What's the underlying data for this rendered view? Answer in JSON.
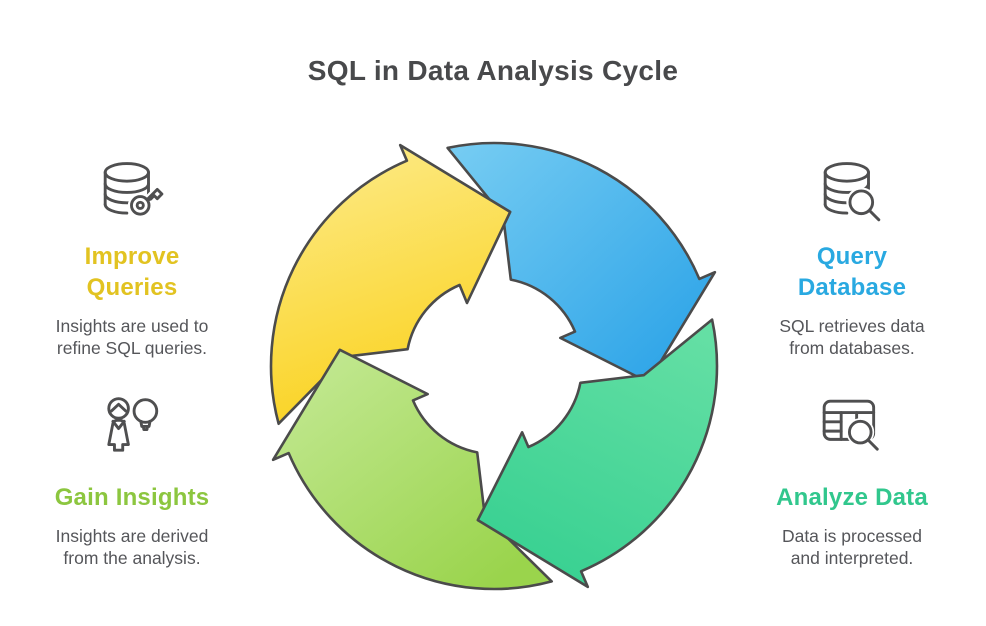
{
  "page": {
    "title": "SQL in Data Analysis Cycle",
    "title_color": "#48494b",
    "background": "#ffffff"
  },
  "cycle": {
    "direction": "clockwise",
    "outline_color": "#4b4b4b",
    "arrows": [
      {
        "name": "blue-arrow",
        "step": "query-database",
        "from": "#74cbf2",
        "to": "#2fa5e8"
      },
      {
        "name": "yellow-arrow",
        "step": "improve-queries",
        "from": "#fce87e",
        "to": "#fad016"
      },
      {
        "name": "lightgreen-arrow",
        "step": "gain-insights",
        "from": "#c0e78e",
        "to": "#9ad44c"
      },
      {
        "name": "green-arrow",
        "step": "analyze-data",
        "from": "#64dfa4",
        "to": "#37d091"
      }
    ]
  },
  "icon_stroke_color": "#4f4f50",
  "text_color": "#55565a",
  "steps": [
    {
      "id": "improve-queries",
      "position": "top-left",
      "icon": "database-key-icon",
      "color": "#e2c321",
      "title": "Improve Queries",
      "title_lines": [
        "Improve",
        "Queries"
      ],
      "description": "Insights are used to refine SQL queries.",
      "description_lines": [
        "Insights are used to",
        "refine SQL queries."
      ]
    },
    {
      "id": "query-database",
      "position": "top-right",
      "icon": "database-search-icon",
      "color": "#29a9e1",
      "title": "Query Database",
      "title_lines": [
        "Query",
        "Database"
      ],
      "description": "SQL retrieves data from databases.",
      "description_lines": [
        "SQL retrieves data",
        "from databases."
      ]
    },
    {
      "id": "gain-insights",
      "position": "bottom-left",
      "icon": "person-idea-icon",
      "color": "#8cc63f",
      "title": "Gain Insights",
      "title_lines": [
        "Gain Insights"
      ],
      "description": "Insights are derived from the analysis.",
      "description_lines": [
        "Insights are derived",
        "from the analysis."
      ]
    },
    {
      "id": "analyze-data",
      "position": "bottom-right",
      "icon": "table-search-icon",
      "color": "#31c78d",
      "title": "Analyze Data",
      "title_lines": [
        "Analyze Data"
      ],
      "description": "Data is processed and interpreted.",
      "description_lines": [
        "Data is processed",
        "and interpreted."
      ]
    }
  ]
}
